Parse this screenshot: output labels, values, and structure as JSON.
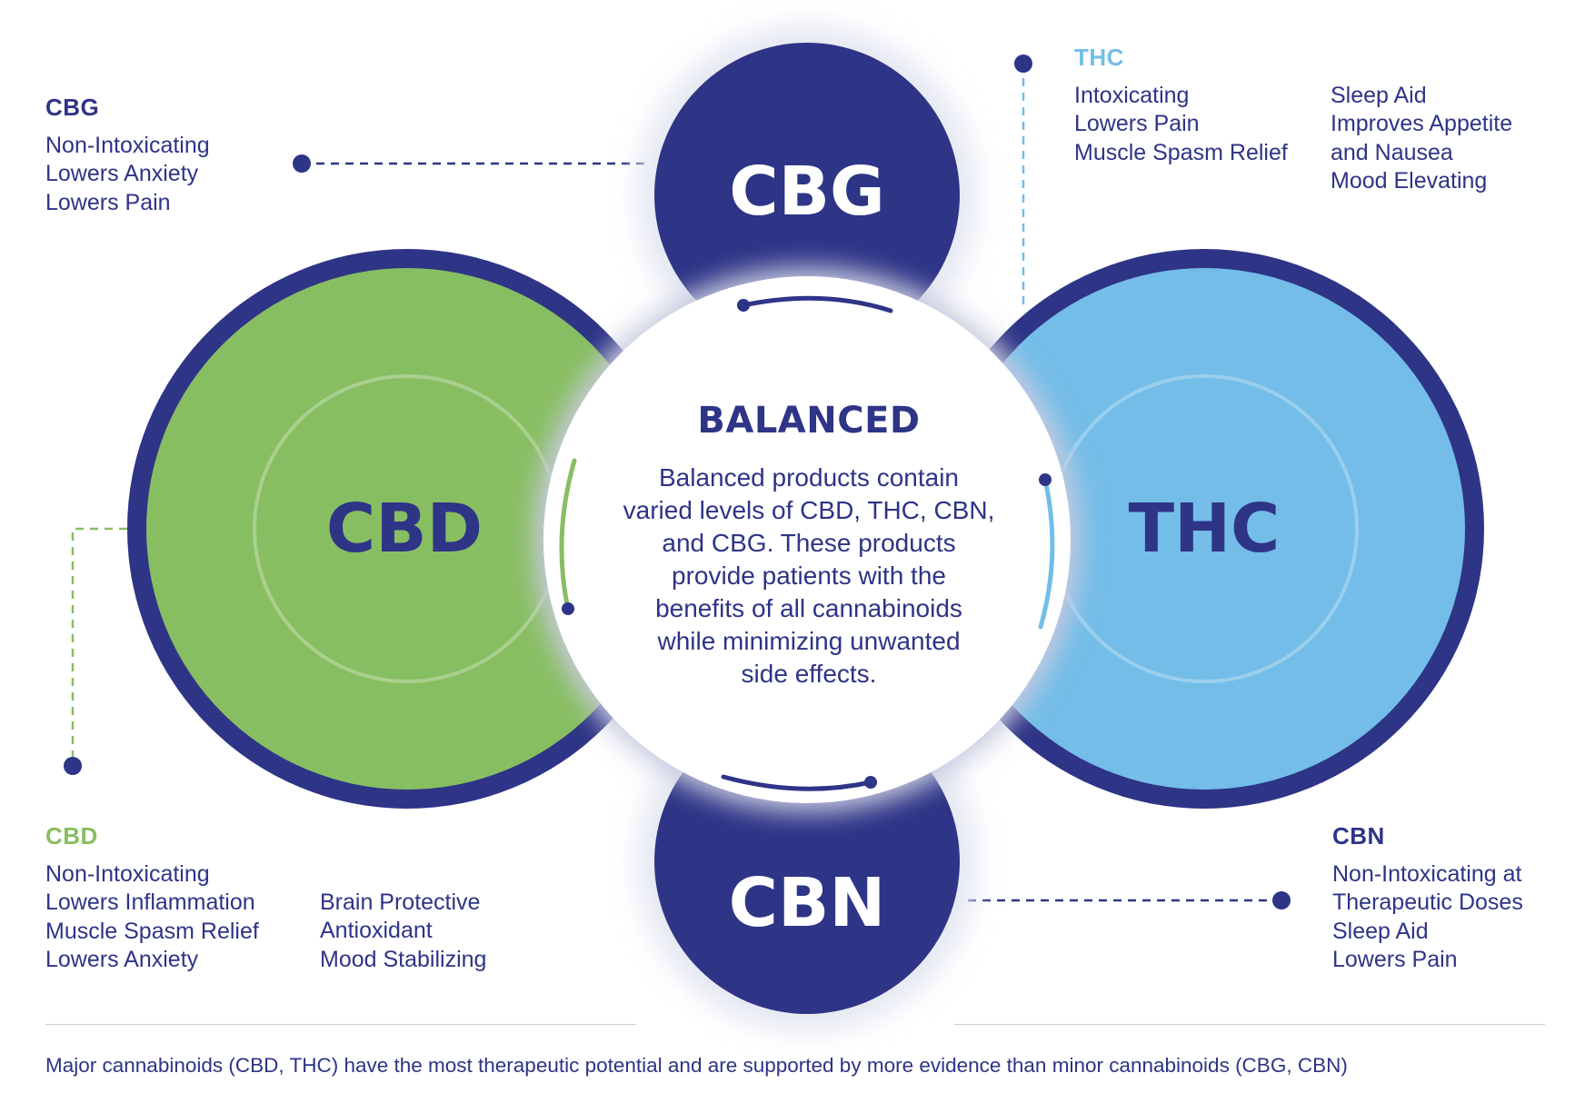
{
  "circles": {
    "cbg": {
      "label": "CBG",
      "color": "#2e3486"
    },
    "cbd": {
      "label": "CBD",
      "color": "#88be62",
      "ring": "#2e3486"
    },
    "thc": {
      "label": "THC",
      "color": "#73bde8",
      "ring": "#2e3486"
    },
    "cbn": {
      "label": "CBN",
      "color": "#2e3486"
    }
  },
  "center": {
    "title": "BALANCED",
    "body_lines": [
      "Balanced products contain",
      "varied levels of CBD, THC, CBN,",
      "and CBG. These products",
      "provide patients with the",
      "benefits of all cannabinoids",
      "while minimizing unwanted",
      "side effects."
    ]
  },
  "info": {
    "cbg": {
      "heading": "CBG",
      "heading_color": "#2e3486",
      "lines": [
        "Non-Intoxicating",
        "Lowers Anxiety",
        "Lowers Pain"
      ]
    },
    "thc": {
      "heading": "THC",
      "heading_color": "#73bde8",
      "col1": [
        "Intoxicating",
        "Lowers Pain",
        "Muscle Spasm Relief"
      ],
      "col2": [
        "Sleep Aid",
        "Improves Appetite",
        "and Nausea",
        "Mood Elevating"
      ]
    },
    "cbd": {
      "heading": "CBD",
      "heading_color": "#88be62",
      "col1": [
        "Non-Intoxicating",
        "Lowers Inflammation",
        "Muscle Spasm Relief",
        "Lowers Anxiety"
      ],
      "col2": [
        "Brain Protective",
        "Antioxidant",
        "Mood Stabilizing"
      ]
    },
    "cbn": {
      "heading": "CBN",
      "heading_color": "#2e3486",
      "lines": [
        "Non-Intoxicating at",
        "Therapeutic Doses",
        "Sleep Aid",
        "Lowers Pain"
      ]
    }
  },
  "footnote": "Major cannabinoids (CBD, THC) have the most therapeutic potential and are supported by more evidence than minor cannabinoids (CBG, CBN)"
}
